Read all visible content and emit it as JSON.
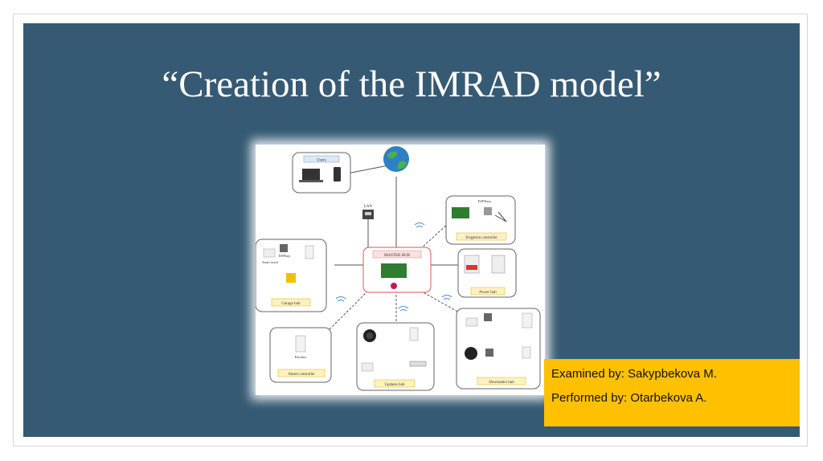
{
  "slide": {
    "title": "“Creation of the IMRAD model”",
    "examined_by": "Examined by: Sakypbekova M.",
    "performed_by": "Performed by: Otarbekova A."
  },
  "diagram": {
    "users": "Users",
    "lan": "LAN",
    "master": "MASTER HUB",
    "irrigation_controller": "Irrigation controller",
    "espeasy_1": "ESPEasy",
    "power_hub": "Power hub",
    "garage_hub": "Garage hub",
    "alarm_controller": "Alarm controller",
    "updates_hub": "Updates hub",
    "downstairs_hub": "Downstairs hub",
    "paradox": "Paradox",
    "smart_touch": "Smart touch",
    "espeasy": "ESPEasy"
  },
  "colors": {
    "slide_bg": "#365a73",
    "label_bg": "#ffc000",
    "title_text": "#ffffff",
    "hub_label_bg": "#fff2c0",
    "master_bg": "#fde0e0"
  }
}
